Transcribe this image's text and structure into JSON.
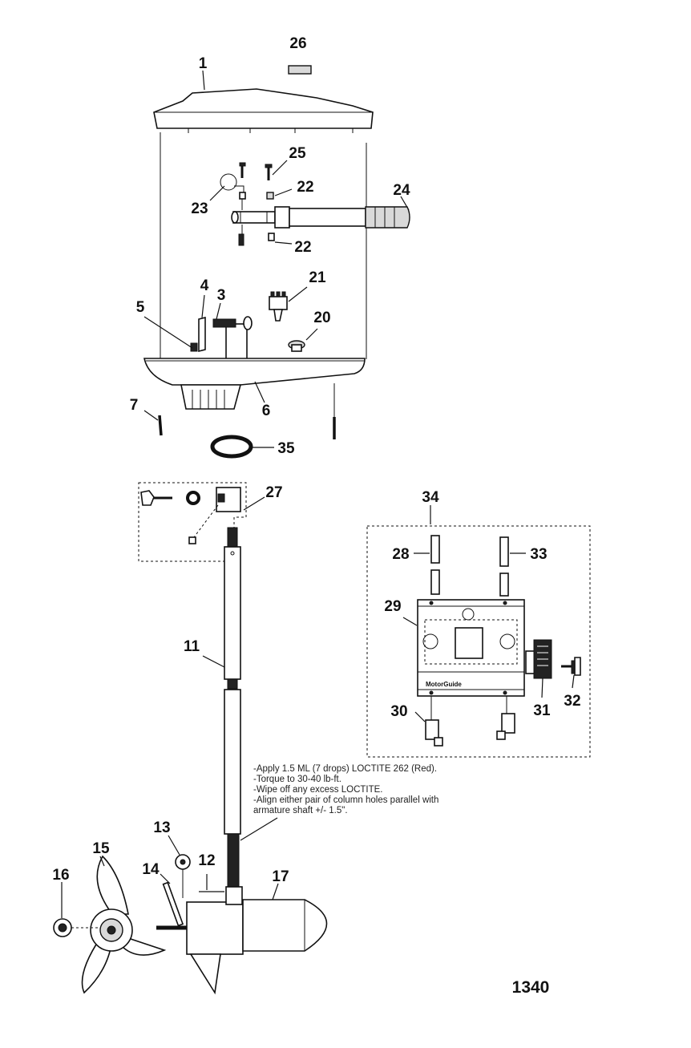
{
  "callouts": {
    "c1": "1",
    "c3": "3",
    "c4": "4",
    "c5": "5",
    "c6": "6",
    "c7": "7",
    "c11": "11",
    "c12": "12",
    "c13": "13",
    "c14": "14",
    "c15": "15",
    "c16": "16",
    "c17": "17",
    "c20": "20",
    "c21": "21",
    "c22a": "22",
    "c22b": "22",
    "c23": "23",
    "c24": "24",
    "c25": "25",
    "c26": "26",
    "c27": "27",
    "c28": "28",
    "c29": "29",
    "c30": "30",
    "c31": "31",
    "c32": "32",
    "c33": "33",
    "c34": "34",
    "c35": "35"
  },
  "instructions": [
    "-Apply 1.5 ML (7 drops) LOCTITE 262 (Red).",
    "-Torque to 30-40 lb-ft.",
    "-Wipe off any excess LOCTITE.",
    "-Align either pair of column holes parallel with",
    "armature shaft +/- 1.5\"."
  ],
  "panel_brand": "MotorGuide",
  "figure_number": "1340"
}
